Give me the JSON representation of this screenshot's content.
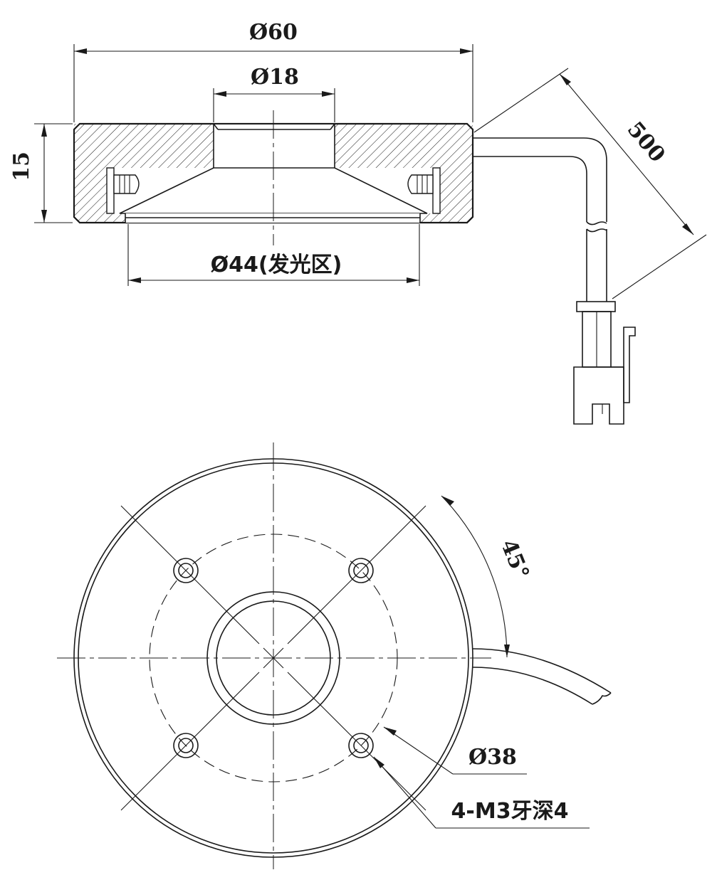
{
  "dimensions": {
    "outer_diameter": "Ø60",
    "inner_diameter": "Ø18",
    "height": "15",
    "emitting_area": "Ø44(发光区)",
    "cable_length": "500",
    "angle": "45°",
    "bolt_circle": "Ø38",
    "mount_holes": "4-M3牙深4"
  },
  "colors": {
    "line": "#1a1a1a",
    "background": "#ffffff"
  }
}
